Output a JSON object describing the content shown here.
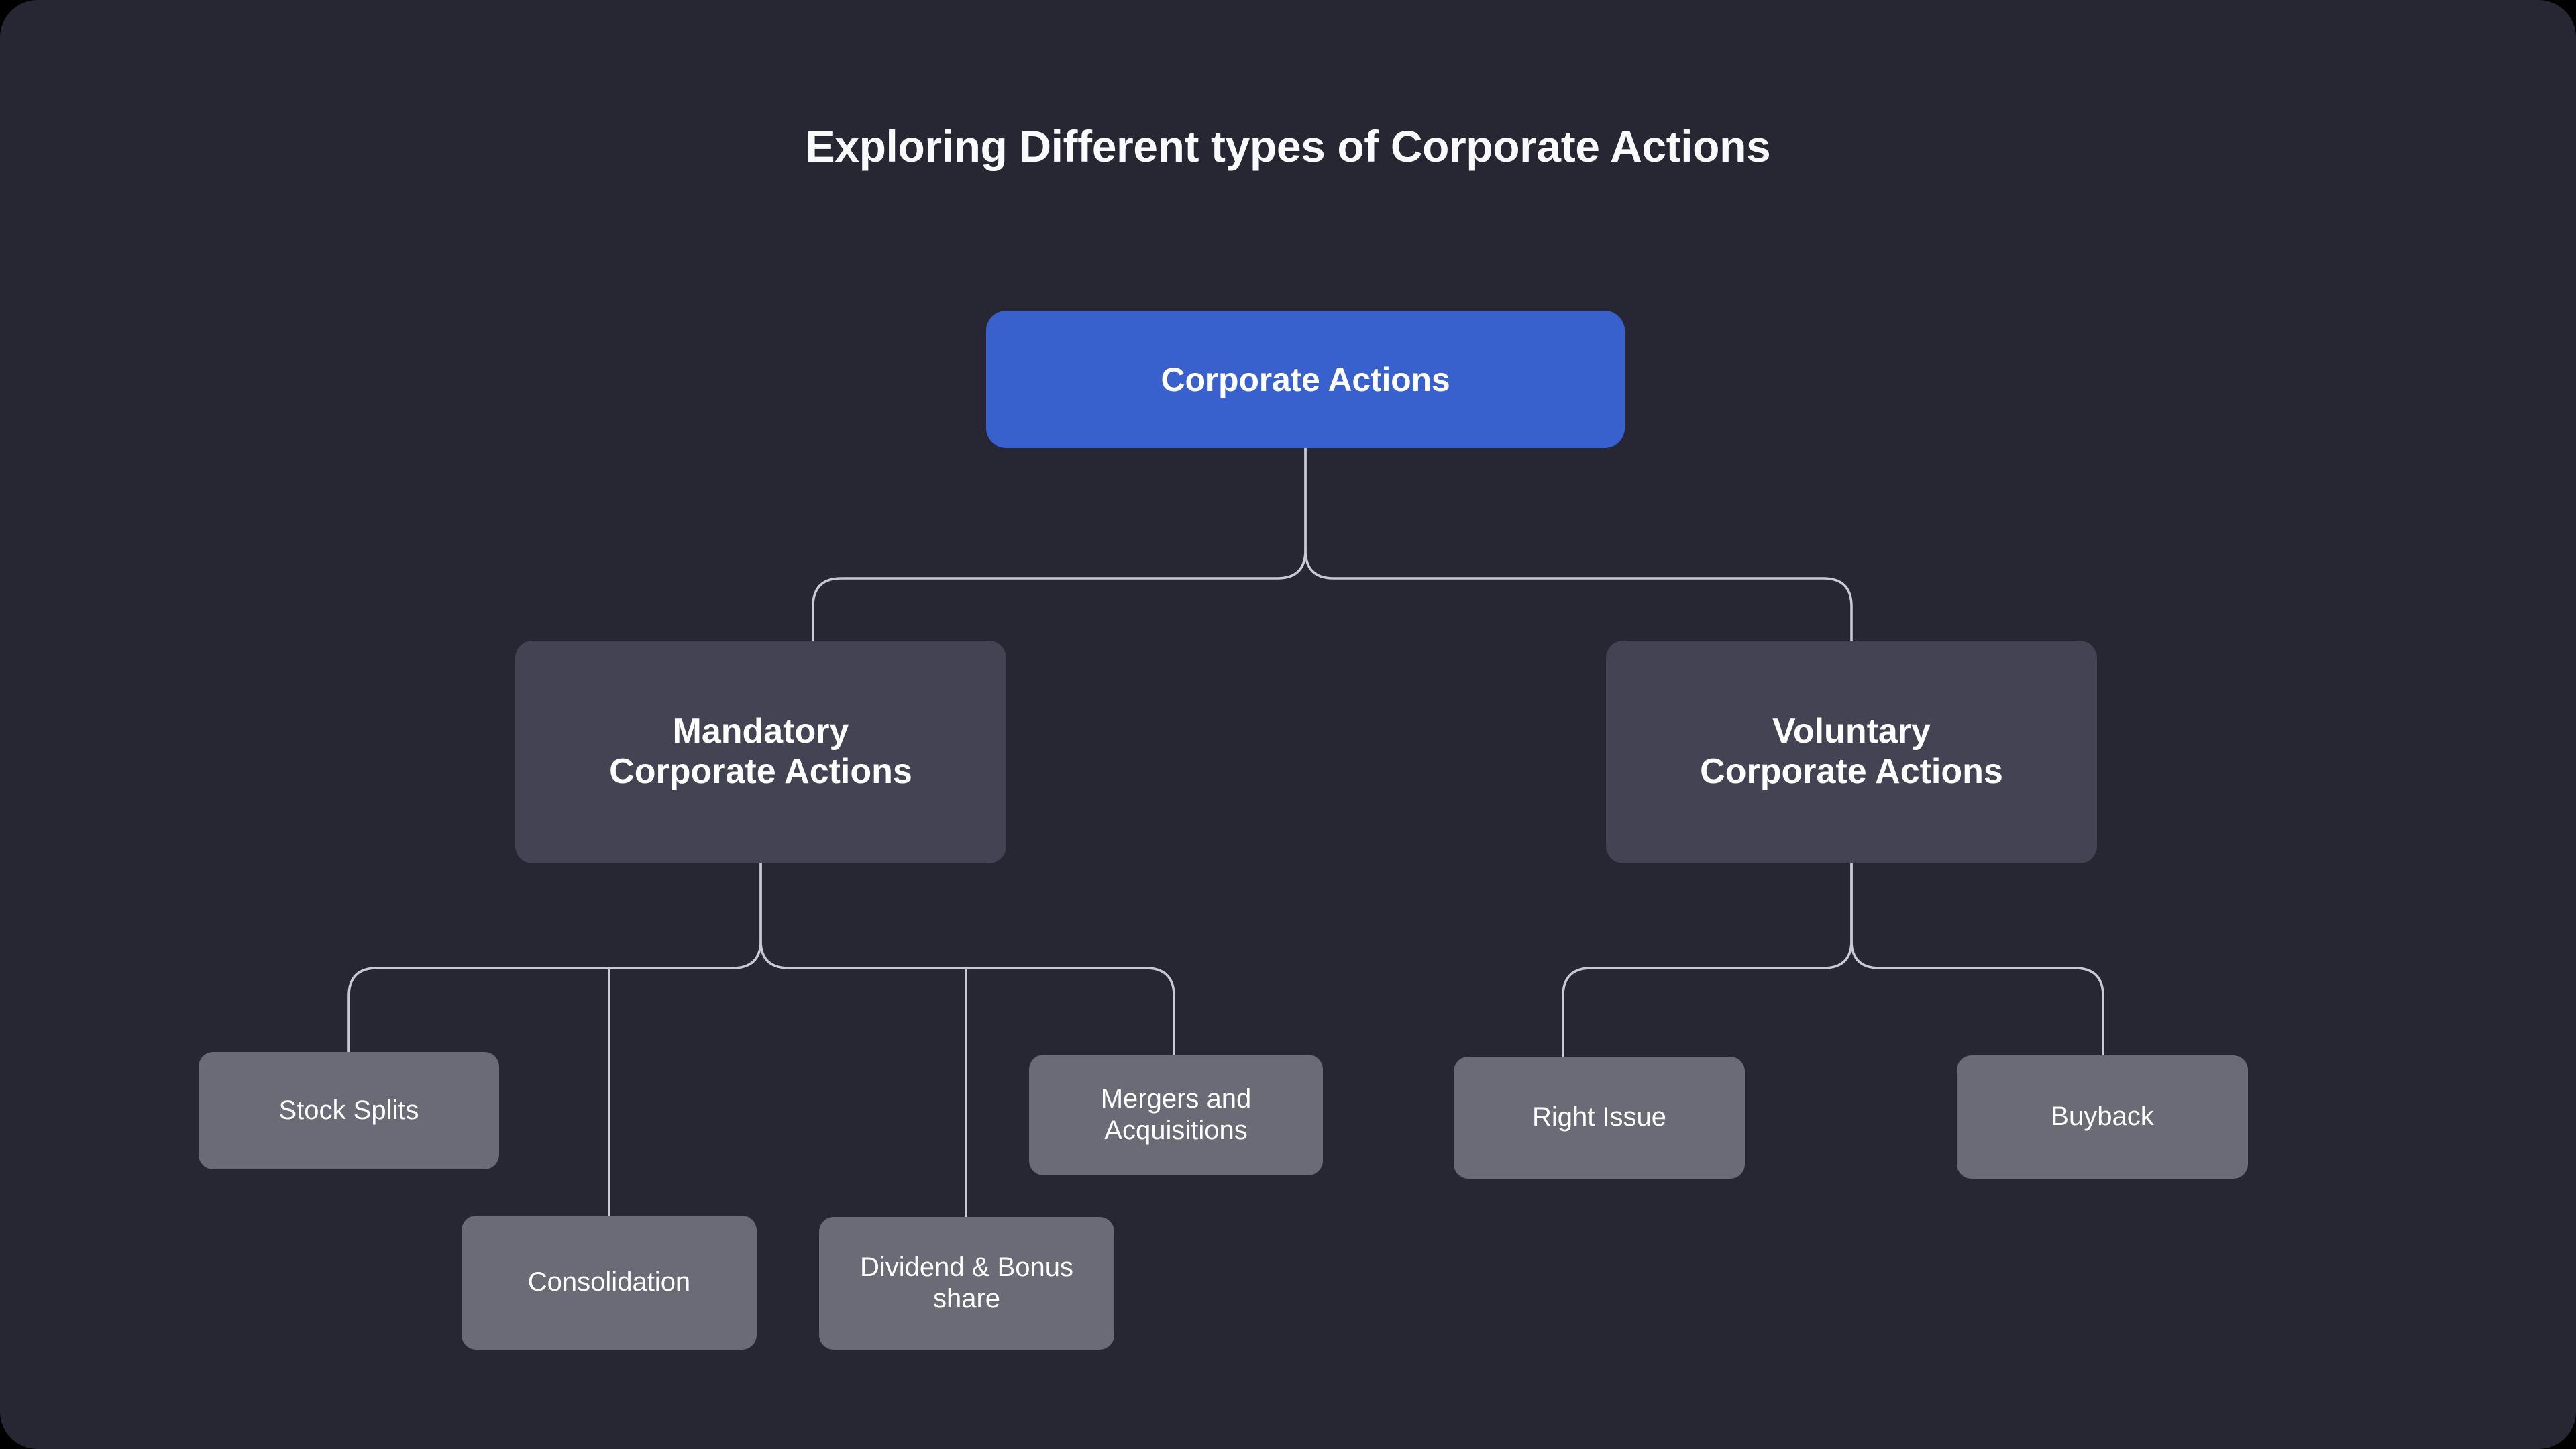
{
  "page": {
    "background": "#000000",
    "canvas_background": "#262733"
  },
  "title": "Exploring Different types of Corporate Actions",
  "colors": {
    "root_node": "#3961CE",
    "level2_node": "#434353",
    "leaf_node": "#6B6B78",
    "connector": "#C9CAD4",
    "text": "#FFFFFF"
  },
  "diagram": {
    "type": "tree",
    "root": {
      "label": "Corporate Actions"
    },
    "branches": [
      {
        "label": "Mandatory\nCorporate  Actions",
        "children": [
          {
            "label": "Stock Splits"
          },
          {
            "label": "Consolidation"
          },
          {
            "label": "Dividend & Bonus\nshare"
          },
          {
            "label": "Mergers and\nAcquisitions"
          }
        ]
      },
      {
        "label": "Voluntary\nCorporate Actions",
        "children": [
          {
            "label": "Right Issue"
          },
          {
            "label": "Buyback"
          }
        ]
      }
    ]
  }
}
